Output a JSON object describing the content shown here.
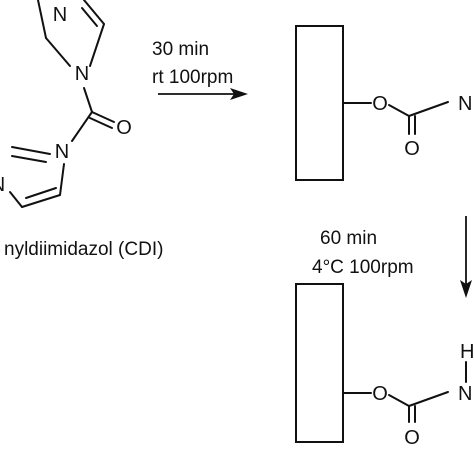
{
  "reagent": {
    "caption": "nyldiimidazol (CDI)",
    "atoms": {
      "nitrogen": "N",
      "oxygen": "O"
    }
  },
  "step1": {
    "time": "30 min",
    "conditions": "rt 100rpm"
  },
  "step2": {
    "time": "60 min",
    "conditions": "4°C 100rpm"
  },
  "intermediate": {
    "atoms": {
      "ether_oxygen": "O",
      "carbonyl_oxygen": "O",
      "nitrogen": "N"
    }
  },
  "product": {
    "atoms": {
      "ether_oxygen": "O",
      "carbonyl_oxygen": "O",
      "nitrogen": "N",
      "hydrogen": "H"
    }
  }
}
